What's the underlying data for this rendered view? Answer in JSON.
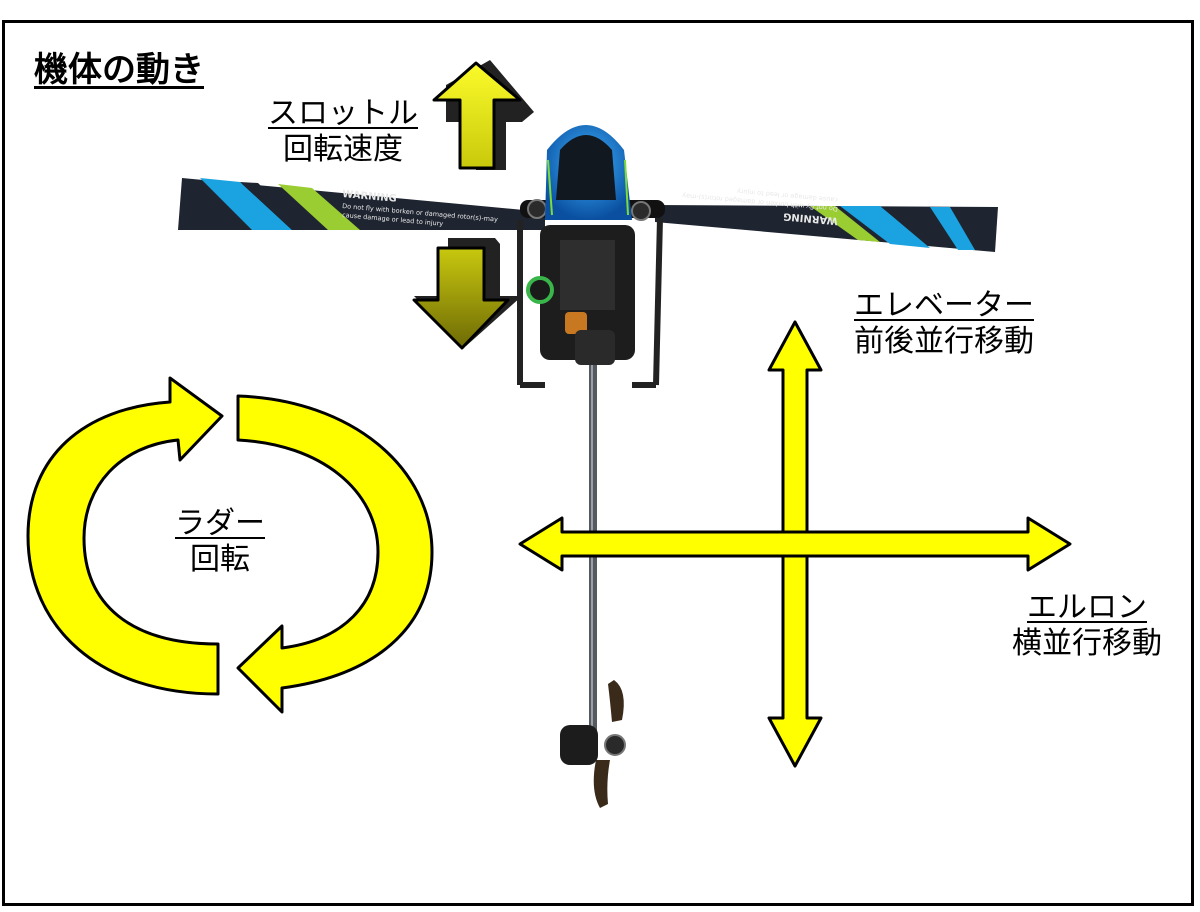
{
  "title": "機体の動き",
  "labels": {
    "throttle": {
      "head": "スロットル",
      "sub": "回転速度"
    },
    "elevator": {
      "head": "エレベーター",
      "sub": "前後並行移動"
    },
    "rudder": {
      "head": "ラダー",
      "sub": "回転"
    },
    "aileron": {
      "head": "エルロン",
      "sub": "横並行移動"
    }
  },
  "blade_text": {
    "heading": "WARNING",
    "line1": "Do not fly with borken or damaged rotor(s)-may",
    "line2": "cause damage or lead to injury"
  },
  "colors": {
    "arrow_fill": "#ffff00",
    "throttle_arrow_top": "#f2f20a",
    "throttle_arrow_bottom": "#8a8a06",
    "blade": "#1e2430",
    "accent_blue": "#1aa3e0",
    "accent_green": "#9acd32",
    "frame": "#000000"
  }
}
